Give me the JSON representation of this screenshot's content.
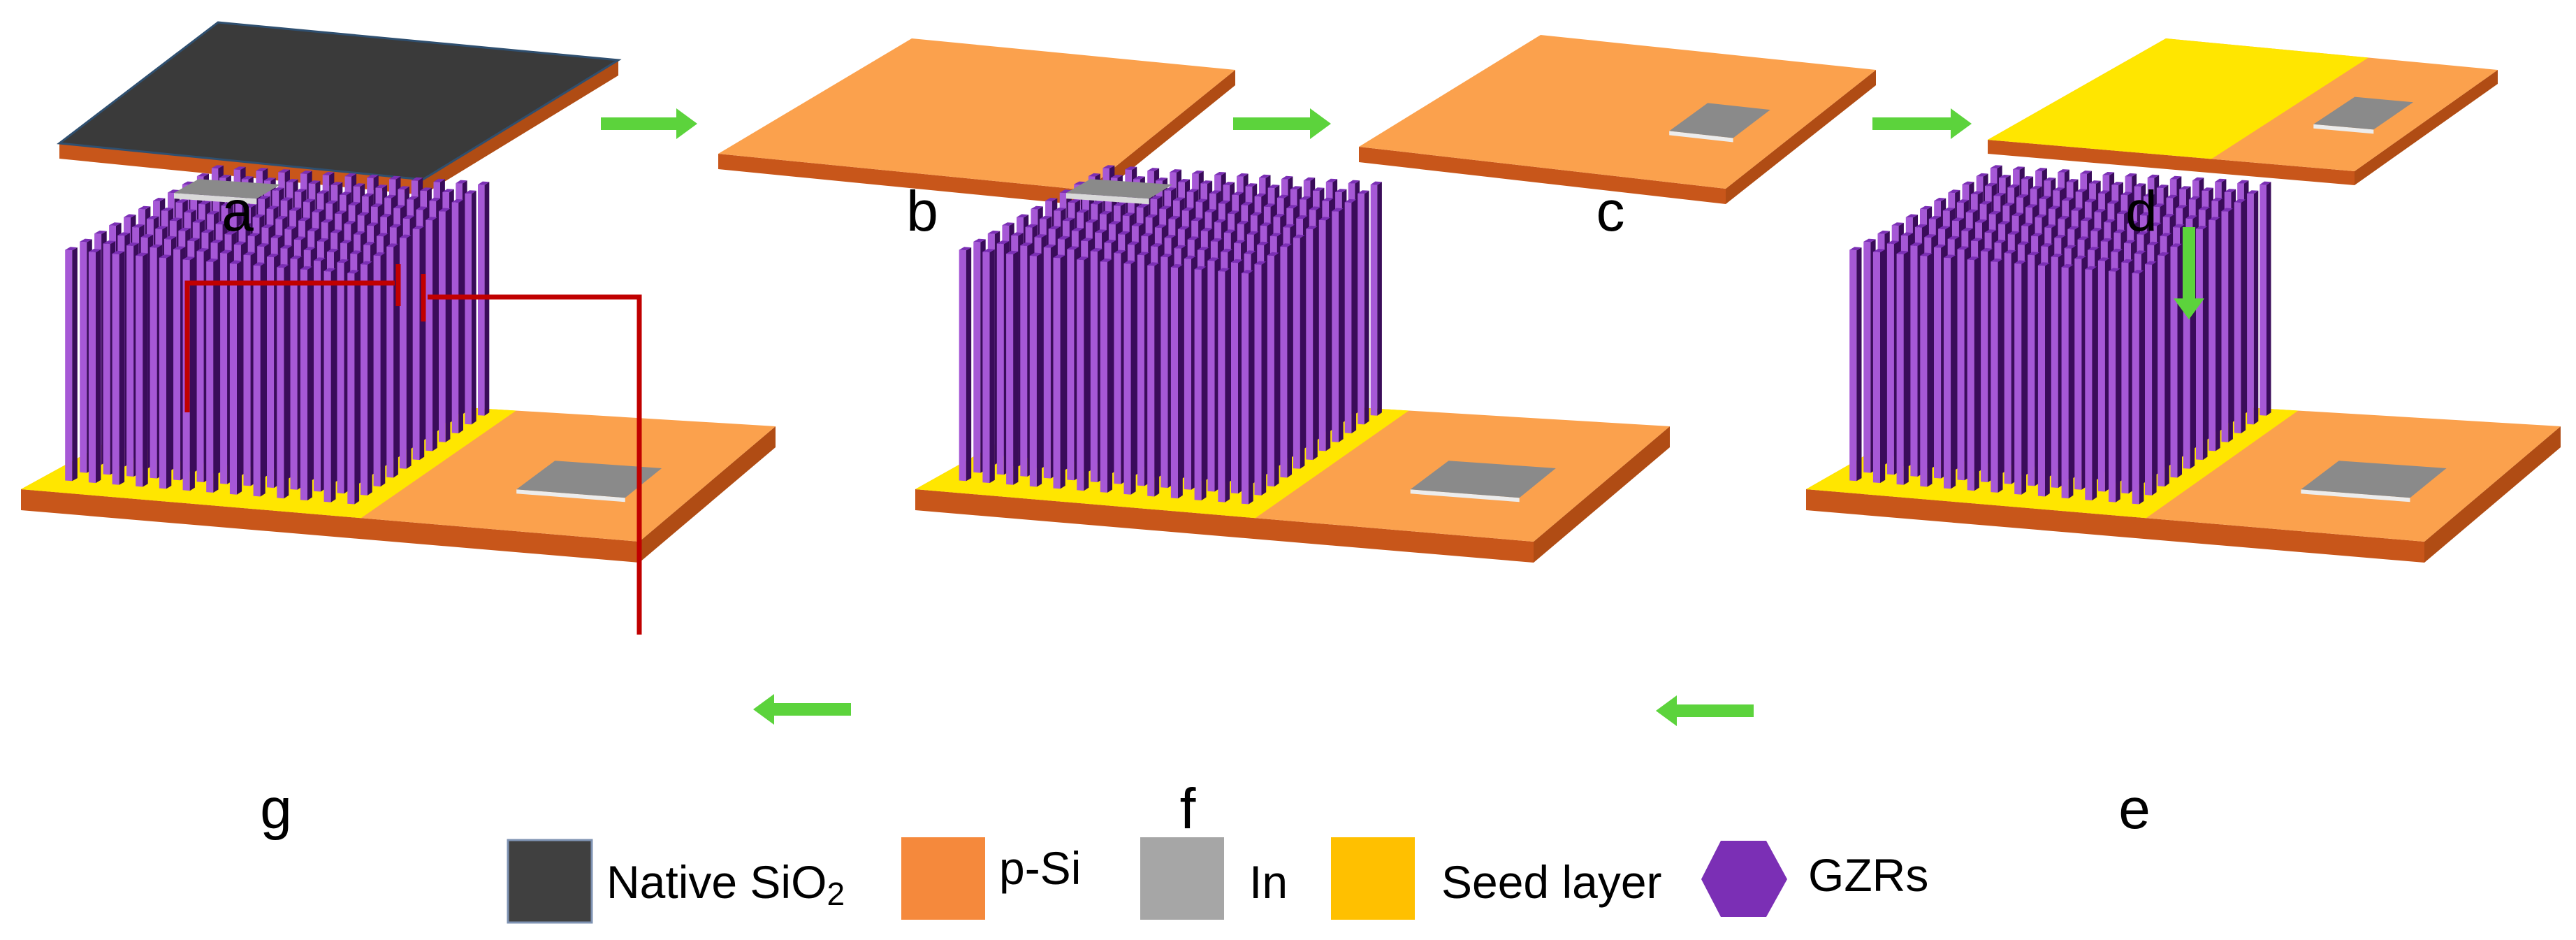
{
  "steps": [
    {
      "label": "a"
    },
    {
      "label": "b"
    },
    {
      "label": "c"
    },
    {
      "label": "d"
    },
    {
      "label": "e"
    },
    {
      "label": "f"
    },
    {
      "label": "g"
    }
  ],
  "legend": [
    {
      "label": "Native SiO",
      "subscript": "2",
      "swatch": "square",
      "color": "#404040"
    },
    {
      "label": "p-Si",
      "swatch": "square",
      "color": "#f5893c"
    },
    {
      "label": "In",
      "swatch": "square",
      "color": "#a6a6a6"
    },
    {
      "label": "Seed layer",
      "swatch": "square",
      "color": "#ffc000"
    },
    {
      "label": "GZRs",
      "swatch": "hexagon",
      "color": "#7b2fb5"
    }
  ],
  "colors": {
    "arrow": "#5cd33c",
    "circuit_wire": "#c00000",
    "native_sio2": "#3a3a3a",
    "p_si_top": "#fba14d",
    "p_si_side": "#c8561a",
    "indium": "#8a8a8a",
    "seed_layer": "#ffe600",
    "rod_top": "#7b2fb5",
    "rod_front": "#a658d6",
    "rod_side": "#3a0c5a"
  }
}
